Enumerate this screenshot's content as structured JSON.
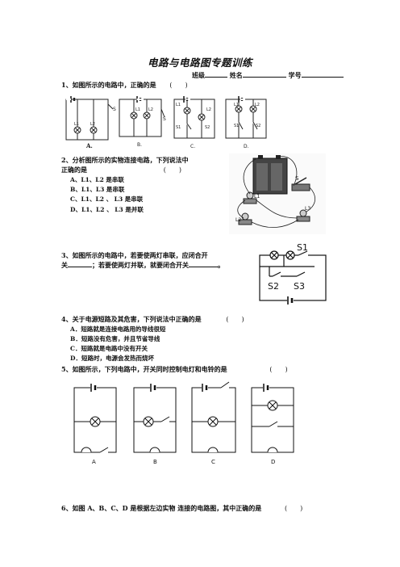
{
  "title": "电路与电路图专题训练",
  "header": {
    "class_label": "班级",
    "name_label": "姓名",
    "number_label": "学号"
  },
  "q1": {
    "text": "1、如图所示的电路中，正确的是",
    "paren": "(　　)",
    "labels": [
      "A.",
      "B.",
      "C.",
      "D."
    ],
    "fig_texts": [
      "S",
      "L1",
      "L2",
      "L1",
      "L2",
      "S",
      "L1",
      "L2",
      "S1",
      "S2",
      "L1",
      "L2",
      "S1",
      "S2"
    ]
  },
  "q2": {
    "text1": "2、分析图所示的实物连接电路，下列说法中",
    "text2": "正确的是",
    "paren": "(　　)",
    "options": [
      "A、L1、L2 是串联",
      "B、L1、L3 是串联",
      "C、L1、L2 、 L3 是串联",
      "D、L1、L2 、 L3 是并联"
    ],
    "fig_texts": [
      "S",
      "L1",
      "L2",
      "L3"
    ]
  },
  "q3": {
    "text1": "3、如图所示的电路中，若要使两灯串联，应闭合开",
    "text2a": "关",
    "text2b": "；若要使两灯并联，就要闭合开关",
    "text2c": "。",
    "fig_texts": [
      "S1",
      "S2",
      "S3"
    ]
  },
  "q4": {
    "text": "4、关于电源短路及其危害，下列说法中正确的是",
    "paren": "(　　)",
    "options": [
      "A．短路就是连接电路用的导线很短",
      "B．短路没有危害，并且节省导线",
      "C．短路就是电路中没有开关",
      "D．短路时，电源会发热而烧坏"
    ]
  },
  "q5": {
    "text": "5、如图所示，下列电路中，开关同时控制电灯和电铃的是",
    "paren": "(　　)",
    "labels": [
      "A",
      "B",
      "C",
      "D"
    ]
  },
  "q6": {
    "text": "6、如图 A、B、C、D 是根据左边实物  连接的电路图，其中正确的是",
    "paren": "(　　)"
  }
}
